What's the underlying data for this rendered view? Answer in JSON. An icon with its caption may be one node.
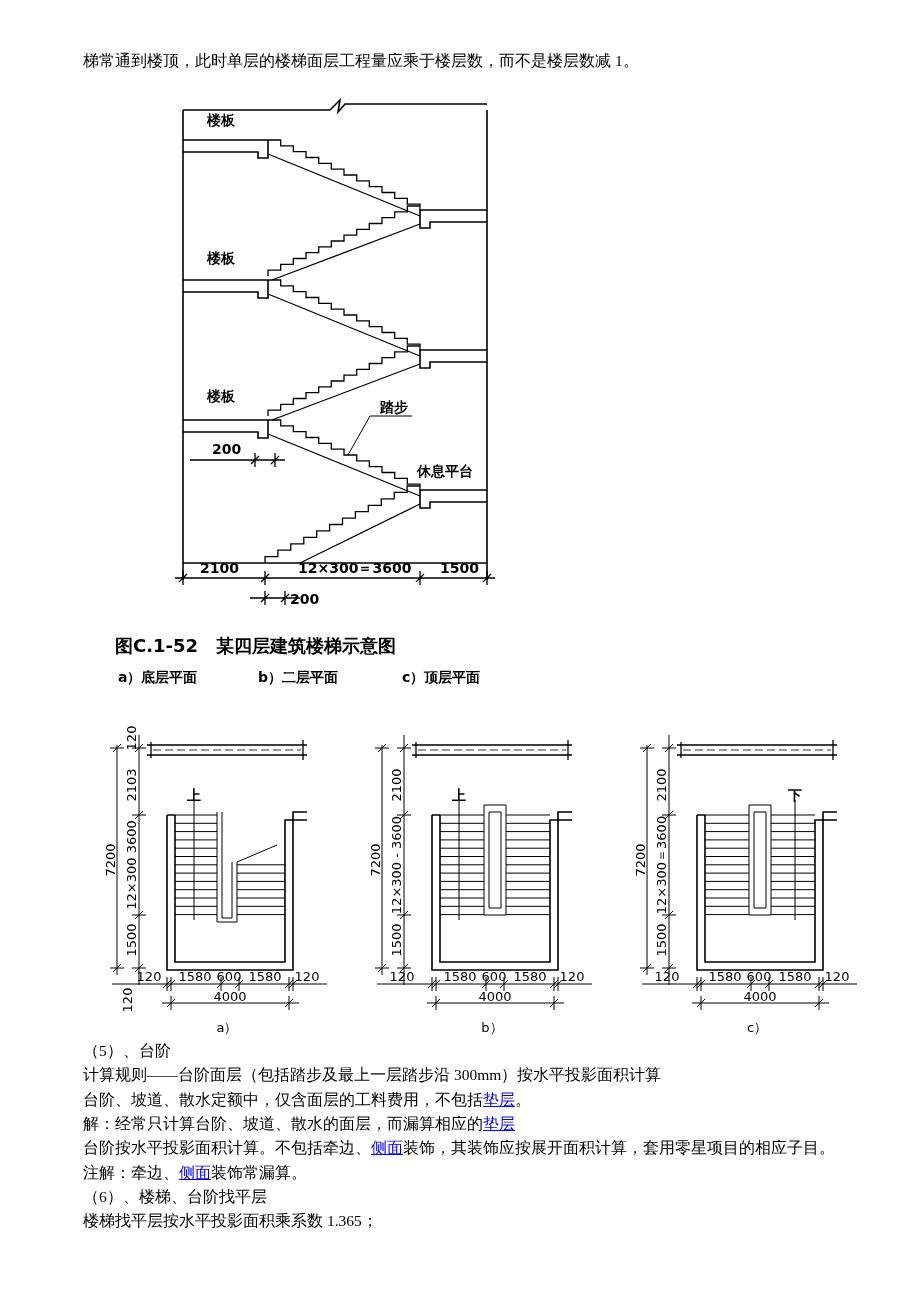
{
  "diagram": {
    "nodes": [
      {
        "text": [
          "踏步"
        ]
      },
      {
        "text": [],
        "shape": "picture"
      }
    ],
    "edges": [
      {
        "from": 0,
        "to": 1,
        "arrow": "none"
      }
    ],
    "labels": [
      "梯常通到楼顶，此时单层的楼梯面层工程量应乘于楼层数，而不是楼层数减 1。",
      "楼板",
      "楼板",
      "楼板",
      "200",
      "休息平台",
      "2100",
      "12×300＝3600",
      "1500",
      "200",
      "图C.1-52　某四层建筑楼梯示意图",
      "a）底层平面",
      "b）二层平面",
      "c）顶层平面",
      "120",
      "2103",
      "12×300 3600",
      "7200",
      "1500",
      "120",
      "上",
      "120",
      "1580",
      "600",
      "1580",
      "120",
      "4000",
      "a）",
      "2100",
      "12×300 - 3600",
      "7200",
      "1500",
      "上",
      "120",
      "1580",
      "600",
      "1580",
      "120",
      "4000",
      "b）",
      "2100",
      "12×300＝3600",
      "7200",
      "1500",
      "下",
      "120",
      "1580",
      "600",
      "1580",
      "120",
      "4000",
      "c）",
      "（5）、台阶",
      "计算规则——台阶面层（包括踏步及最上一层踏步沿 300mm）按水平投影面积计算",
      "台阶、坡道、散水定额中，仅含面层的工料费用，不包括垫层。",
      "解：经常只计算台阶、坡道、散水的面层，而漏算相应的垫层",
      "台阶按水平投影面积计算。不包括牵边、侧面装饰，其装饰应按展开面积计算，套用零星项目的相应子目。",
      "注解：牵边、侧面装饰常漏算。",
      "（6）、楼梯、台阶找平层",
      "楼梯找平层按水平投影面积乘系数 1.365；"
    ]
  }
}
